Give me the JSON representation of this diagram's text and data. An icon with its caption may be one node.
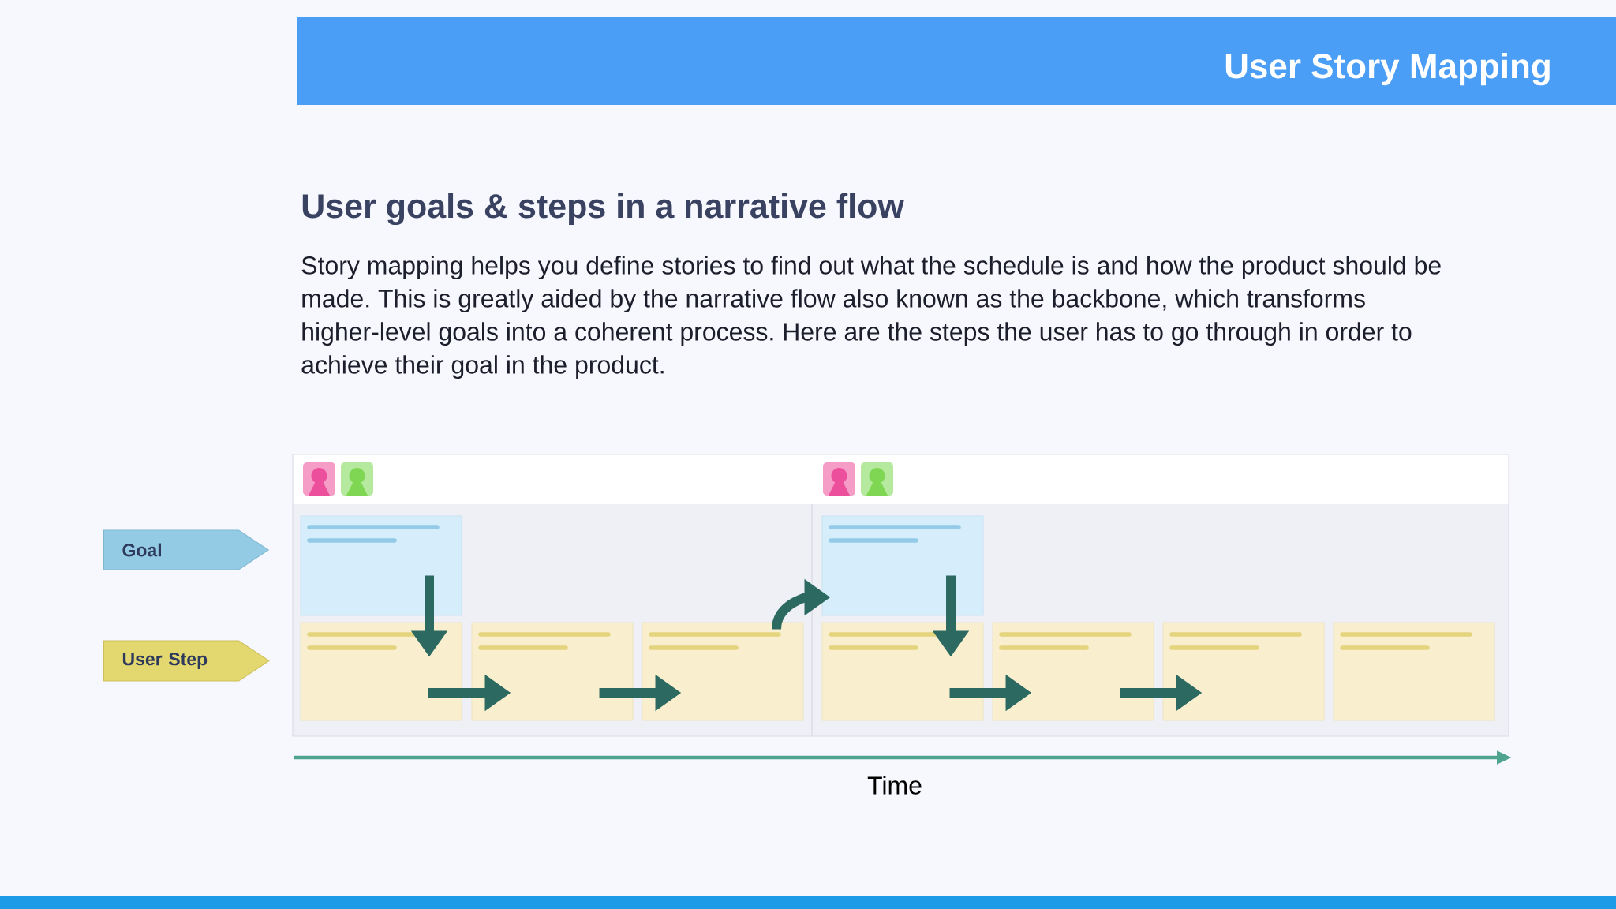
{
  "diagram": {
    "title": "User Story Mapping",
    "nodes": [
      {
        "text": [
          "Goal"
        ]
      },
      {
        "text": [
          "User Step"
        ]
      },
      {
        "text": [],
        "shape": "box"
      },
      {
        "text": [],
        "shape": "box"
      },
      {
        "text": [],
        "shape": "box"
      },
      {
        "text": [],
        "shape": "box"
      },
      {
        "text": [],
        "shape": "box"
      },
      {
        "text": [],
        "shape": "box"
      },
      {
        "text": [],
        "shape": "box"
      },
      {
        "text": [],
        "shape": "box"
      },
      {
        "text": [],
        "shape": "box"
      }
    ],
    "edges": [
      {
        "from": 2,
        "to": 4,
        "arrow": "to"
      },
      {
        "from": 4,
        "to": 5,
        "arrow": "to"
      },
      {
        "from": 5,
        "to": 6,
        "arrow": "to"
      },
      {
        "from": 6,
        "to": 3,
        "arrow": "to"
      },
      {
        "from": 3,
        "to": 7,
        "arrow": "to"
      },
      {
        "from": 7,
        "to": 8,
        "arrow": "to"
      },
      {
        "from": 8,
        "to": 9,
        "arrow": "to"
      }
    ],
    "labels": [
      "User goals & steps in a narrative flow",
      "Story mapping helps you define stories to find out what the schedule is and how the product should be made. This is greatly aided by the narrative flow also known as the backbone, which transforms higher-level goals into a coherent process. Here are the steps the user has to go through in order to achieve their goal in the product.",
      "Time"
    ]
  }
}
